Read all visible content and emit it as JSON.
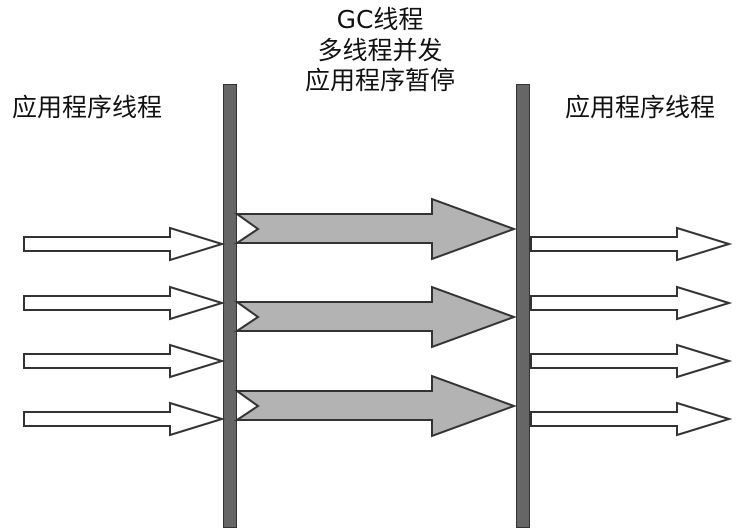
{
  "labels": {
    "left": "应用程序线程",
    "right": "应用程序线程",
    "center": [
      "GC线程",
      "多线程并发",
      "应用程序暂停"
    ]
  },
  "colors": {
    "bar": "#666666",
    "gcArrow": "#b3b3b3",
    "outline": "#333333",
    "appArrow": "#ffffff"
  }
}
